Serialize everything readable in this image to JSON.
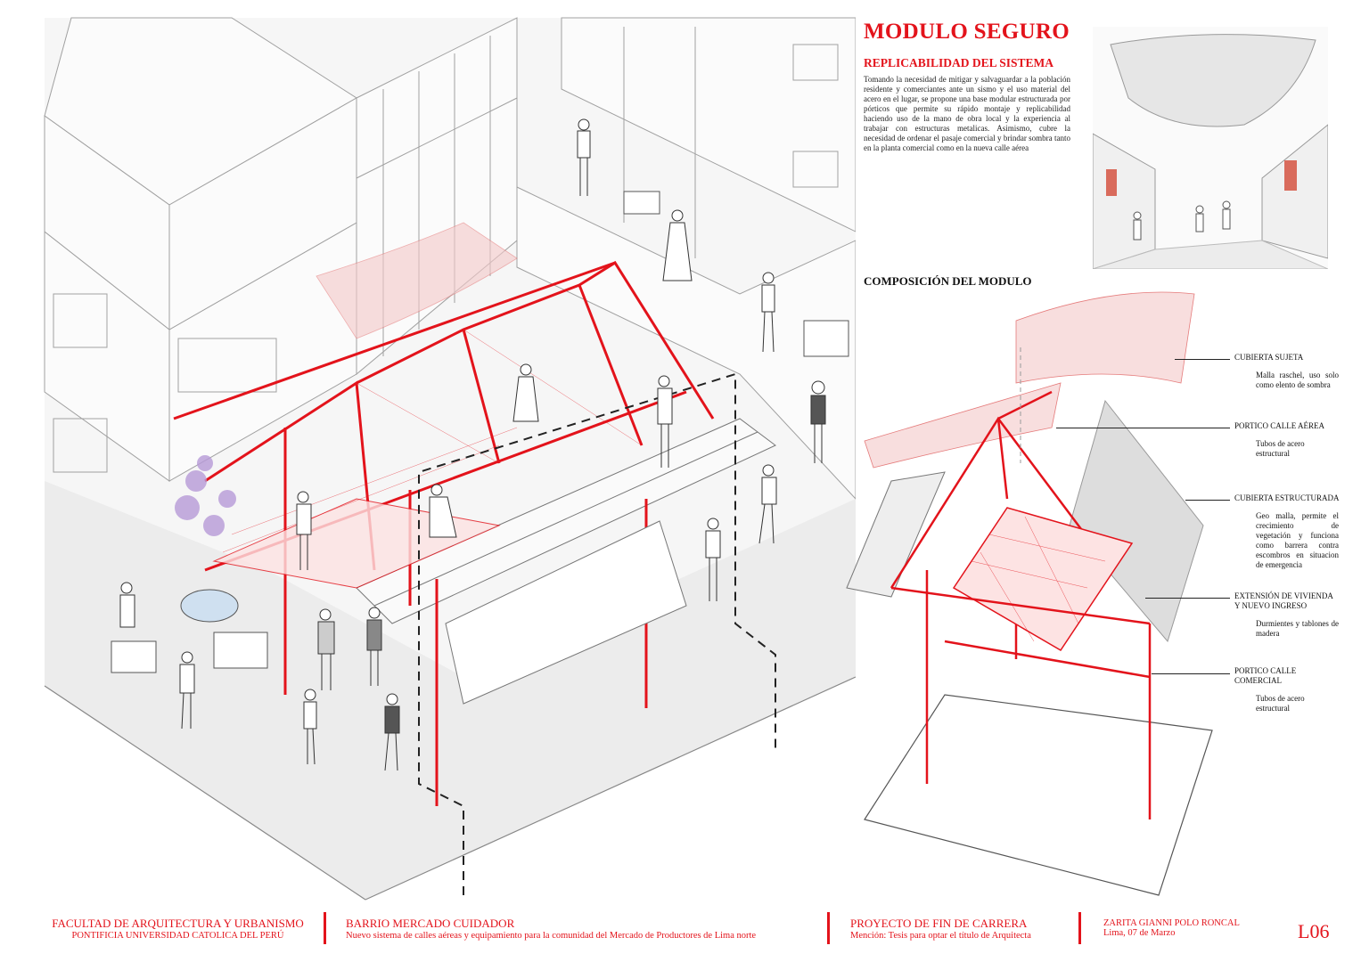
{
  "header": {
    "title": "MODULO SEGURO",
    "subtitle": "REPLICABILIDAD DEL SISTEMA",
    "intro": "Tomando la necesidad de mitigar y salvaguardar a la población residente y comerciantes ante un sismo y  el uso material del acero en el lugar, se propone una base modular estructurada por pórticos que permite su rápido montaje y replicabilidad haciendo uso de la mano de obra local y la experiencia al trabajar con estructuras metalicas. Asimismo, cubre la necesidad de ordenar el pasaje comercial y  brindar sombra tanto en la planta comercial como en la nueva calle aérea"
  },
  "composition": {
    "title": "COMPOSICIÓN DEL MODULO",
    "labels": [
      {
        "heading": "CUBIERTA SUJETA",
        "description": "Malla raschel, uso solo como elento de sombra"
      },
      {
        "heading": "PORTICO CALLE AÉREA",
        "description": "Tubos de acero estructural"
      },
      {
        "heading": "CUBIERTA ESTRUCTURADA",
        "description": "Geo malla, permite el crecimiento de vegetación y funciona como barrera contra escombros en situacion de emergencia"
      },
      {
        "heading": "EXTENSIÓN DE VIVIENDA Y NUEVO INGRESO",
        "description": "Durmientes y tablones de madera"
      },
      {
        "heading": "PORTICO CALLE COMERCIAL",
        "description": "Tubos de acero estructural"
      }
    ]
  },
  "footer": {
    "faculty": "FACULTAD DE ARQUITECTURA Y URBANISMO",
    "university": "PONTIFICIA UNIVERSIDAD CATOLICA DEL PERÚ",
    "project": "BARRIO MERCADO CUIDADOR",
    "project_desc": "Nuevo sistema de calles aéreas y equipamiento para la comunidad del Mercado de Productores de Lima norte",
    "thesis": "PROYECTO DE FIN DE CARRERA",
    "thesis_desc": "Mención: Tesis para optar el título de Arquitecta",
    "author": "ZARITA GIANNI POLO RONCAL",
    "date": "Lima, 07 de Marzo",
    "sheet": "L06"
  },
  "colors": {
    "accent": "#e3131b",
    "line": "#9a9a9a",
    "fill": "#efefef"
  }
}
